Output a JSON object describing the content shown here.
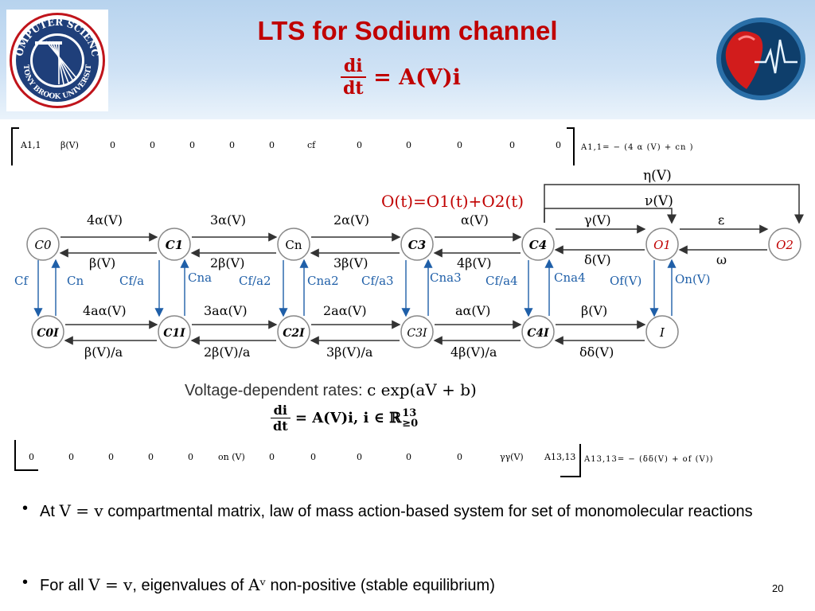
{
  "slide": {
    "title": "LTS for Sodium channel",
    "page_number": "20"
  },
  "top_equation": {
    "num": "di",
    "den": "dt",
    "rhs": "= A(V)i"
  },
  "matrix_first_row": {
    "cells": [
      "A1,1",
      "β(V)",
      "0",
      "0",
      "0",
      "0",
      "0",
      "cf",
      "0",
      "0",
      "0",
      "0",
      "0"
    ],
    "definition": "A1,1= − (4 α (V) + cn )"
  },
  "matrix_last_row": {
    "cells": [
      "0",
      "0",
      "0",
      "0",
      "0",
      "on (V)",
      "0",
      "0",
      "0",
      "0",
      "0",
      "γγ(V)",
      "A13,13"
    ],
    "definition": "A13,13= − (δδ(V) + of (V))"
  },
  "side_fragments": [
    ")",
    ")",
    "))",
    "))",
    "))",
    ")",
    ")"
  ],
  "diagram": {
    "output_label": "O(t)=O1(t)+O2(t)",
    "states_top": [
      "C0",
      "C1",
      "Cn",
      "C3",
      "C4",
      "O1",
      "O2"
    ],
    "states_bottom": [
      "C0I",
      "C1I",
      "C2I",
      "C3I",
      "C4I",
      "I"
    ],
    "top_forward": [
      "4α(V)",
      "3α(V)",
      "2α(V)",
      "α(V)"
    ],
    "top_backward": [
      "β(V)",
      "2β(V)",
      "3β(V)",
      "4β(V)"
    ],
    "o_forward": "γ(V)",
    "o_backward": "δ(V)",
    "o1o2_forward": "ε",
    "o1o2_backward": "ω",
    "eta": "η(V)",
    "nu": "ν(V)",
    "bottom_forward": [
      "4aα(V)",
      "3aα(V)",
      "2aα(V)",
      "aα(V)",
      "β(V)"
    ],
    "bottom_backward": [
      "β(V)/a",
      "2β(V)/a",
      "3β(V)/a",
      "4β(V)/a",
      "δδ(V)"
    ],
    "vertical_down": [
      "Cf",
      "Cf/a",
      "Cf/a2",
      "Cf/a3",
      "Cf/a4",
      "Of(V)"
    ],
    "vertical_up": [
      "Cn",
      "Cna",
      "Cna2",
      "Cna3",
      "Cna4",
      "On(V)"
    ]
  },
  "rates": {
    "label": "Voltage-dependent rates:",
    "formula": "c exp(aV + b)"
  },
  "bottom_equation": {
    "num": "di",
    "den": "dt",
    "rhs": "= A(V)i,    i ∈ ℝ",
    "sup": "13",
    "sub": "≥0"
  },
  "bullets": [
    {
      "prefix": "At",
      "math": "V = v",
      "text": "compartmental matrix, law of mass action-based system for set of monomolecular reactions"
    },
    {
      "prefix": "For all",
      "math": "V = v",
      "mid": ", eigenvalues of",
      "math2": "Aᵛ",
      "text": "non-positive (stable equilibrium)"
    }
  ],
  "logo_left": {
    "ring_text_top": "COMPUTER SCIENCE",
    "ring_text_bottom": "STONY BROOK UNIVERSITY",
    "primary_color": "#1f3f7a",
    "accent_color": "#c0141b"
  },
  "colors": {
    "title": "#c00000",
    "arrow": "#1f5fa8",
    "header_bg": "#b7d3ee"
  }
}
